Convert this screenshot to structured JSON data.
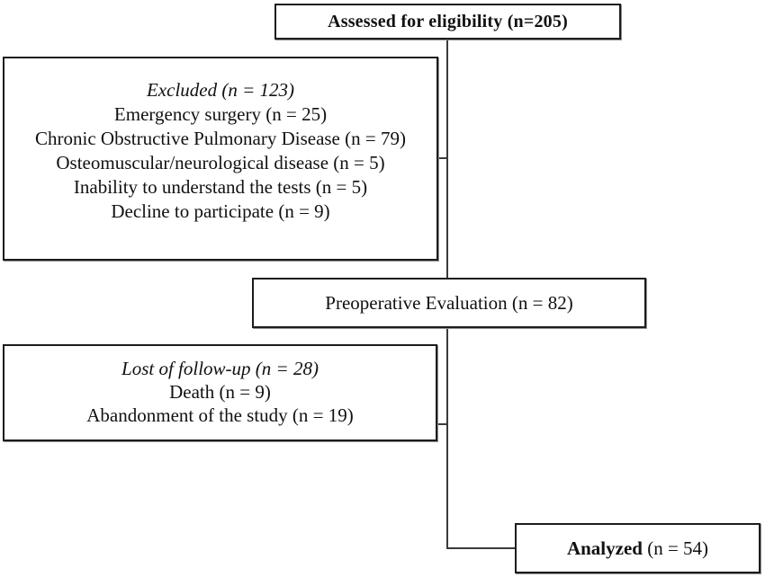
{
  "diagram": {
    "kind": "study-flow-diagram",
    "boxes": {
      "assessed": {
        "label": "Assessed for eligibility (n=205)"
      },
      "excluded": {
        "heading": "Excluded (n = 123)",
        "items": [
          "Emergency surgery (n = 25)",
          "Chronic Obstructive Pulmonary Disease (n = 79)",
          "Osteomuscular/neurological disease (n = 5)",
          "Inability to understand the tests (n = 5)",
          "Decline to participate (n = 9)"
        ]
      },
      "preoperative": {
        "label": "Preoperative Evaluation (n = 82)"
      },
      "lost_follow_up": {
        "heading": "Lost of follow-up (n = 28)",
        "items": [
          "Death (n = 9)",
          "Abandonment of the study (n = 19)"
        ]
      },
      "analyzed": {
        "label_bold": "Analyzed",
        "label_rest": " (n = 54)"
      }
    },
    "colors": {
      "background": "#ffffff",
      "border": "#1c1c1c",
      "connector": "#3a3a3a",
      "text": "#111111"
    }
  }
}
